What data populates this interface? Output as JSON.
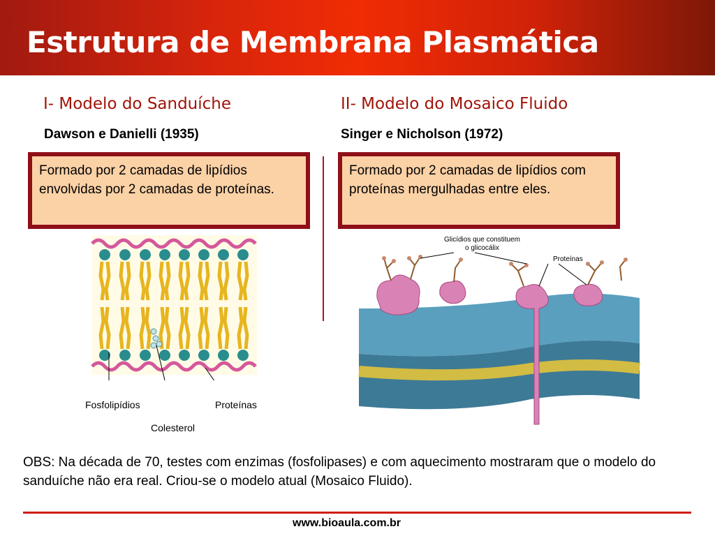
{
  "header": {
    "title": "Estrutura de Membrana Plasmática",
    "bg_color": "#e4280b"
  },
  "left": {
    "title": "I- Modelo do Sanduíche",
    "subtitle": "Dawson e Danielli (1935)",
    "description": "Formado por 2 camadas de lipídios envolvidas por 2 camadas de proteínas.",
    "labels": {
      "phospholipids": "Fosfolipídios",
      "proteins": "Proteínas",
      "cholesterol": "Colesterol"
    }
  },
  "right": {
    "title": "II- Modelo do Mosaico Fluido",
    "subtitle": "Singer e Nicholson (1972)",
    "description": "Formado  por 2 camadas de lipídios com proteínas mergulhadas entre eles.",
    "labels": {
      "glycocalyx_line1": "Glicídios que constituem",
      "glycocalyx_line2": "o glicocálix",
      "proteins": "Proteínas"
    }
  },
  "obs": "OBS:  Na década de 70, testes com enzimas (fosfolipases) e com aquecimento mostraram que o modelo do sanduíche não era real. Criou-se o modelo atual (Mosaico Fluido).",
  "footer": {
    "url": "www.bioaula.com.br"
  },
  "colors": {
    "title_red": "#a01408",
    "box_fill": "#fbd1a6",
    "box_border": "#8f0f18",
    "rule_red": "#cf1d14"
  }
}
